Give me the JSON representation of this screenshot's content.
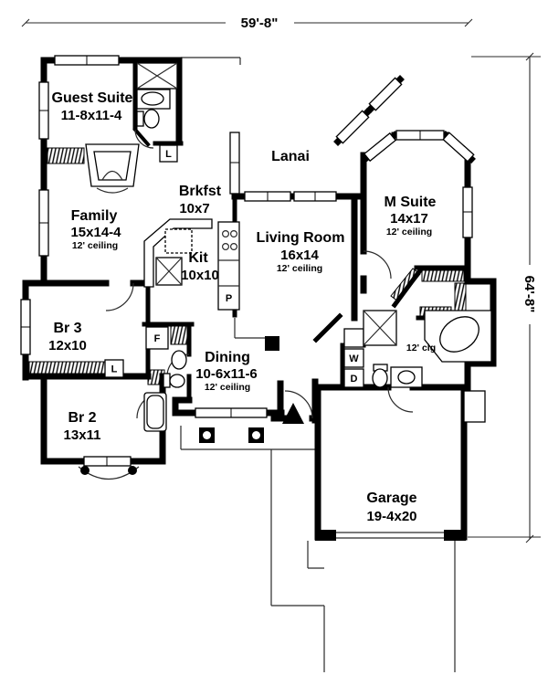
{
  "plan": {
    "dimensions": {
      "width_label": "59'-8\"",
      "height_label": "64'-8\""
    },
    "rooms": {
      "guest": {
        "name": "Guest Suite",
        "size": "11-8x11-4"
      },
      "family": {
        "name": "Family",
        "size": "15x14-4",
        "ceiling": "12' ceiling"
      },
      "brkfst": {
        "name": "Brkfst",
        "size": "10x7"
      },
      "kit": {
        "name": "Kit",
        "size": "10x10"
      },
      "lanai": {
        "name": "Lanai"
      },
      "living": {
        "name": "Living Room",
        "size": "16x14",
        "ceiling": "12' ceiling"
      },
      "msuite": {
        "name": "M Suite",
        "size": "14x17",
        "ceiling": "12' ceiling"
      },
      "br3": {
        "name": "Br 3",
        "size": "12x10"
      },
      "br2": {
        "name": "Br 2",
        "size": "13x11"
      },
      "dining": {
        "name": "Dining",
        "size": "10-6x11-6",
        "ceiling": "12' ceiling"
      },
      "garage": {
        "name": "Garage",
        "size": "19-4x20"
      },
      "mbath": {
        "ceiling": "12' clg"
      }
    },
    "markers": {
      "pantry": "P",
      "furnace": "F",
      "linen_hall": "L",
      "linen_bed": "L",
      "washer": "W",
      "dryer": "D"
    },
    "colors": {
      "wall": "#000000",
      "background": "#ffffff"
    }
  }
}
